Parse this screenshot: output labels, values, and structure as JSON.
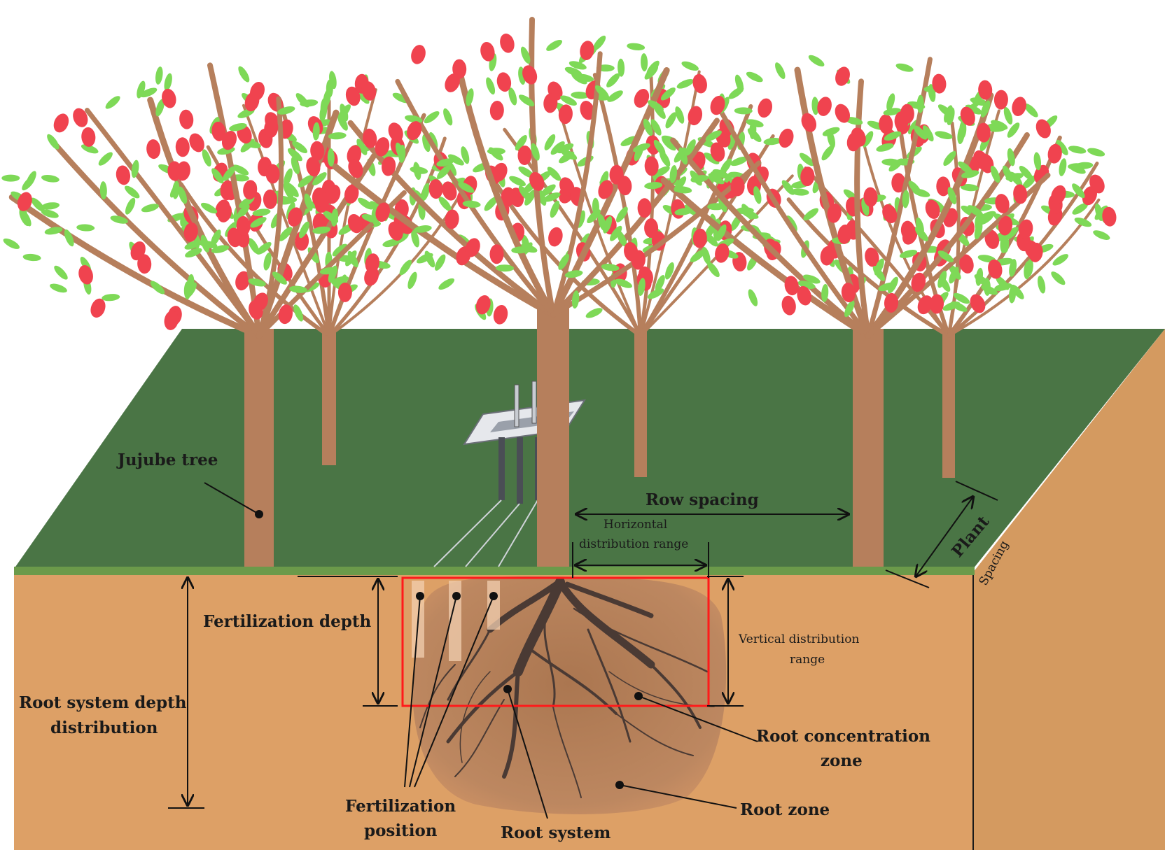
{
  "labels": {
    "jujube_tree": "Jujube tree",
    "row_spacing": "Row spacing",
    "horizontal_range_1": "Horizontal",
    "horizontal_range_2": "distribution range",
    "plant": "Plant",
    "spacing": "Spacing",
    "fertilization_depth": "Fertilization depth",
    "vertical_range_1": "Vertical distribution",
    "vertical_range_2": "range",
    "root_depth_1": "Root system depth",
    "root_depth_2": "distribution",
    "root_concentration_1": "Root concentration",
    "root_concentration_2": "zone",
    "fertilization_position_1": "Fertilization",
    "fertilization_position_2": "position",
    "root_system": "Root system",
    "root_zone": "Root zone"
  },
  "colors": {
    "ground_top": "#4a7545",
    "ground_edge": "#6b9a4a",
    "soil_front": "#dda066",
    "soil_side": "#d49a60",
    "root_zone": "#b8825a",
    "trunk": "#b67f5c",
    "leaf": "#7ed957",
    "fruit": "#f0434f",
    "roots": "#4a3a34",
    "concentration_box": "#ff1a1a"
  }
}
